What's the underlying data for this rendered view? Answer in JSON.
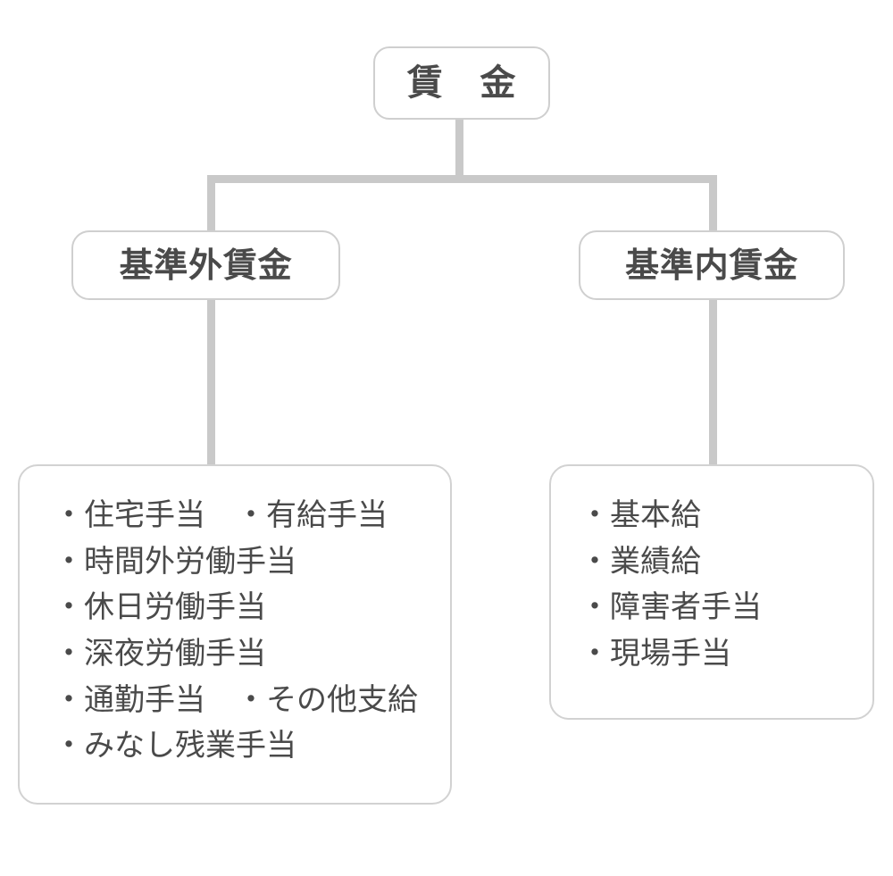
{
  "diagram": {
    "title_node": {
      "id": "wages",
      "label": "賃　金"
    },
    "level2": [
      {
        "id": "non-standard-wages",
        "label": "基準外賃金"
      },
      {
        "id": "standard-wages",
        "label": "基準内賃金"
      }
    ],
    "detail_boxes": [
      {
        "id": "non-standard-wages-items",
        "parent": "基準外賃金",
        "items": [
          "・住宅手当　・有給手当",
          "・時間外労働手当",
          "・休日労働手当",
          "・深夜労働手当",
          "・通勤手当　・その他支給",
          "・みなし残業手当"
        ]
      },
      {
        "id": "standard-wages-items",
        "parent": "基準内賃金",
        "items": [
          "・基本給",
          "・業績給",
          "・障害者手当",
          "・現場手当"
        ]
      }
    ],
    "colors": {
      "text": "#4a4a4a",
      "box_border": "#cfcfcf",
      "connector": "#c9c9c9",
      "background": "#ffffff"
    }
  }
}
